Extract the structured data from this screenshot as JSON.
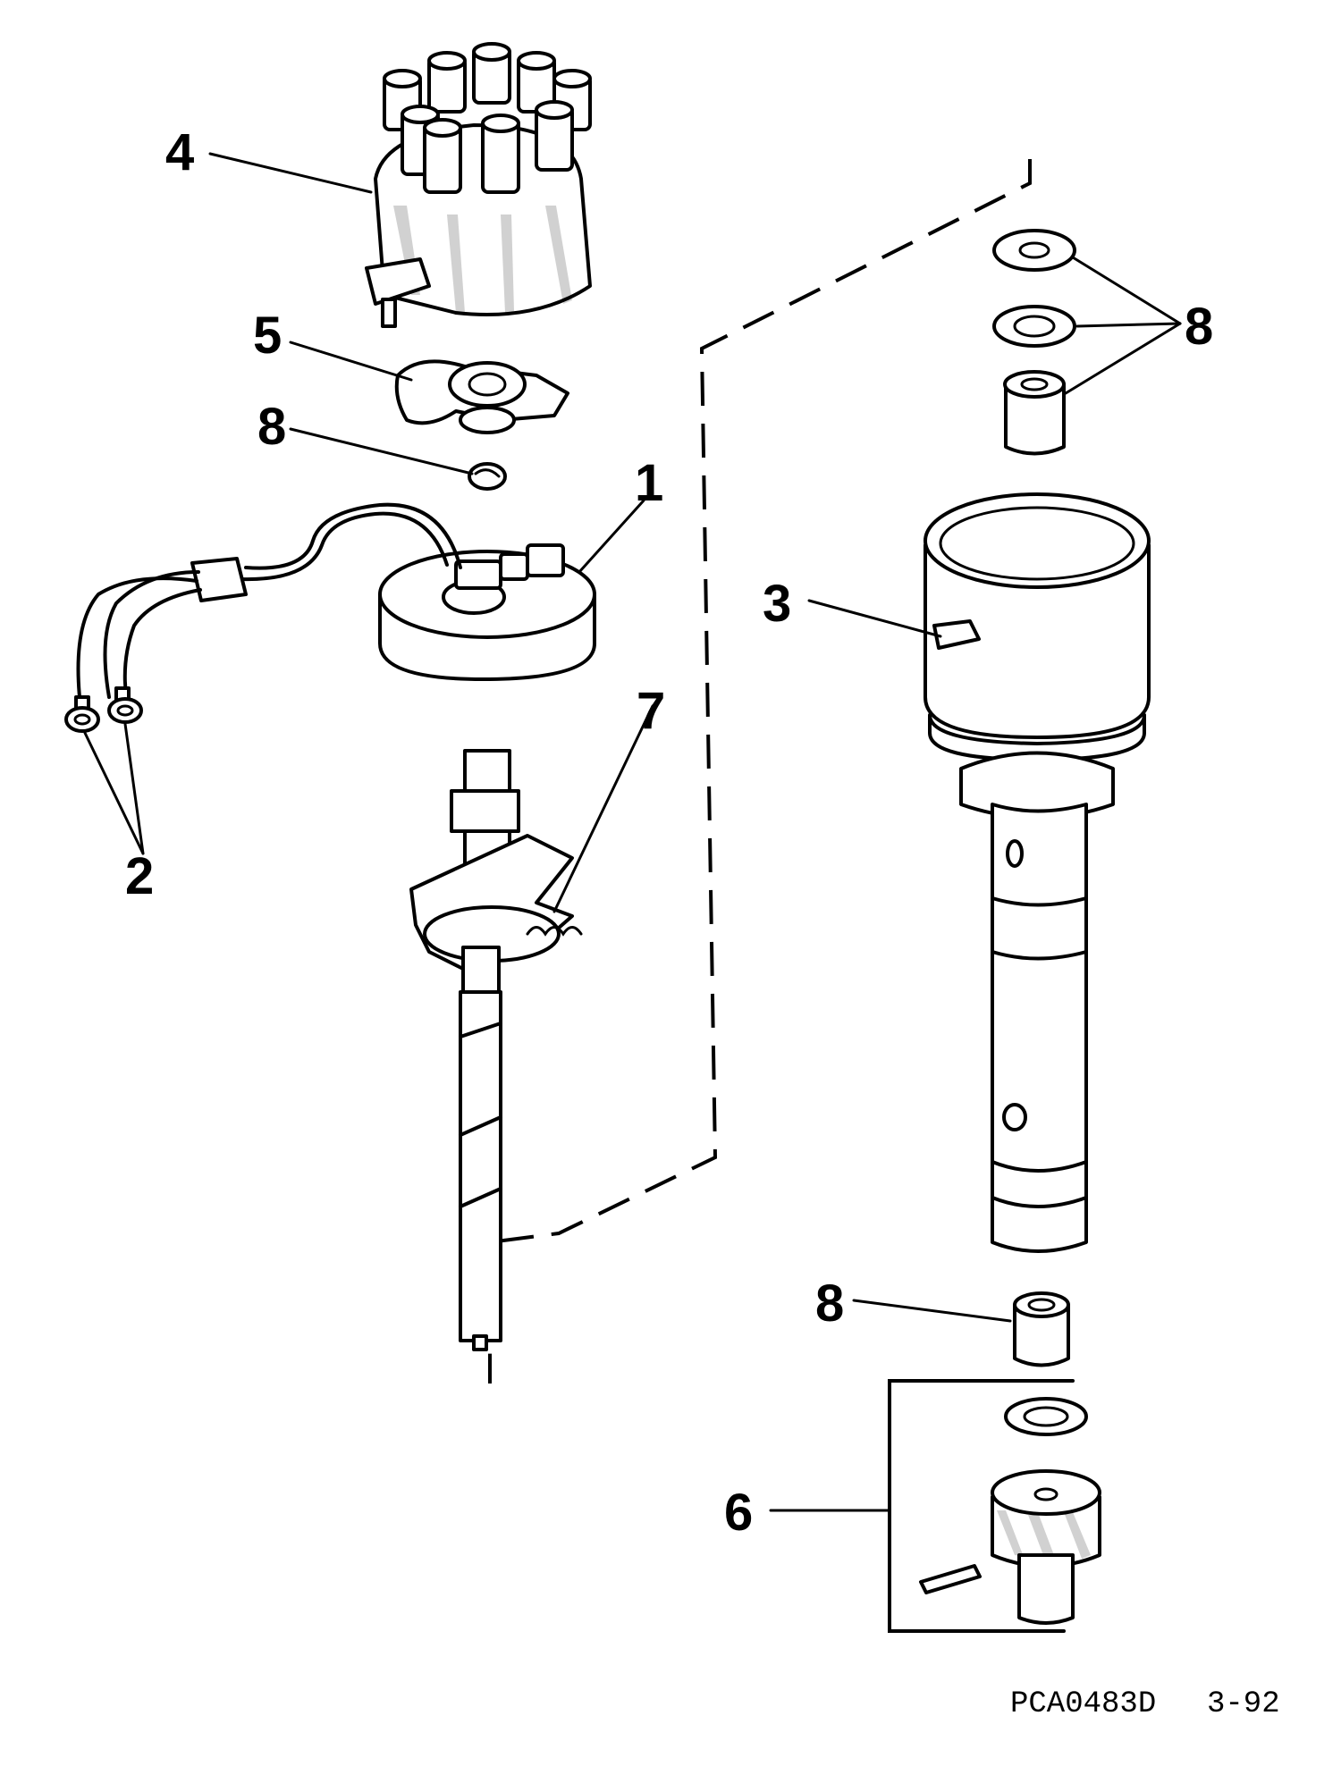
{
  "callouts": {
    "c1": "1",
    "c2": "2",
    "c3": "3",
    "c4": "4",
    "c5": "5",
    "c6": "6",
    "c7": "7",
    "c8_top": "8",
    "c8_left": "8",
    "c8_bottom": "8"
  },
  "footer": {
    "code": "PCA0483D",
    "date": "3-92"
  }
}
